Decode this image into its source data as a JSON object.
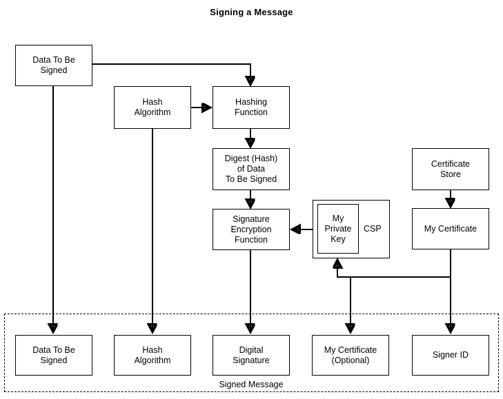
{
  "diagram": {
    "title": "Signing a Message",
    "caption": "Signed Message",
    "group_label": "CSP",
    "nodes": {
      "data_to_be_signed": "Data To Be\nSigned",
      "hash_algorithm": "Hash\nAlgorithm",
      "hashing_function": "Hashing\nFunction",
      "digest": "Digest (Hash)\nof Data\nTo Be Signed",
      "signature_encryption_function": "Signature\nEncryption\nFunction",
      "my_private_key": "My\nPrivate\nKey",
      "certificate_store": "Certificate\nStore",
      "my_certificate": "My Certificate",
      "out_data_to_be_signed": "Data To Be\nSigned",
      "out_hash_algorithm": "Hash\nAlgorithm",
      "out_digital_signature": "Digital\nSignature",
      "out_my_certificate_optional": "My Certificate\n(Optional)",
      "out_signer_id": "Signer ID"
    },
    "colors": {
      "stroke": "#000000",
      "background": "#ffffff",
      "text": "#000000"
    }
  }
}
